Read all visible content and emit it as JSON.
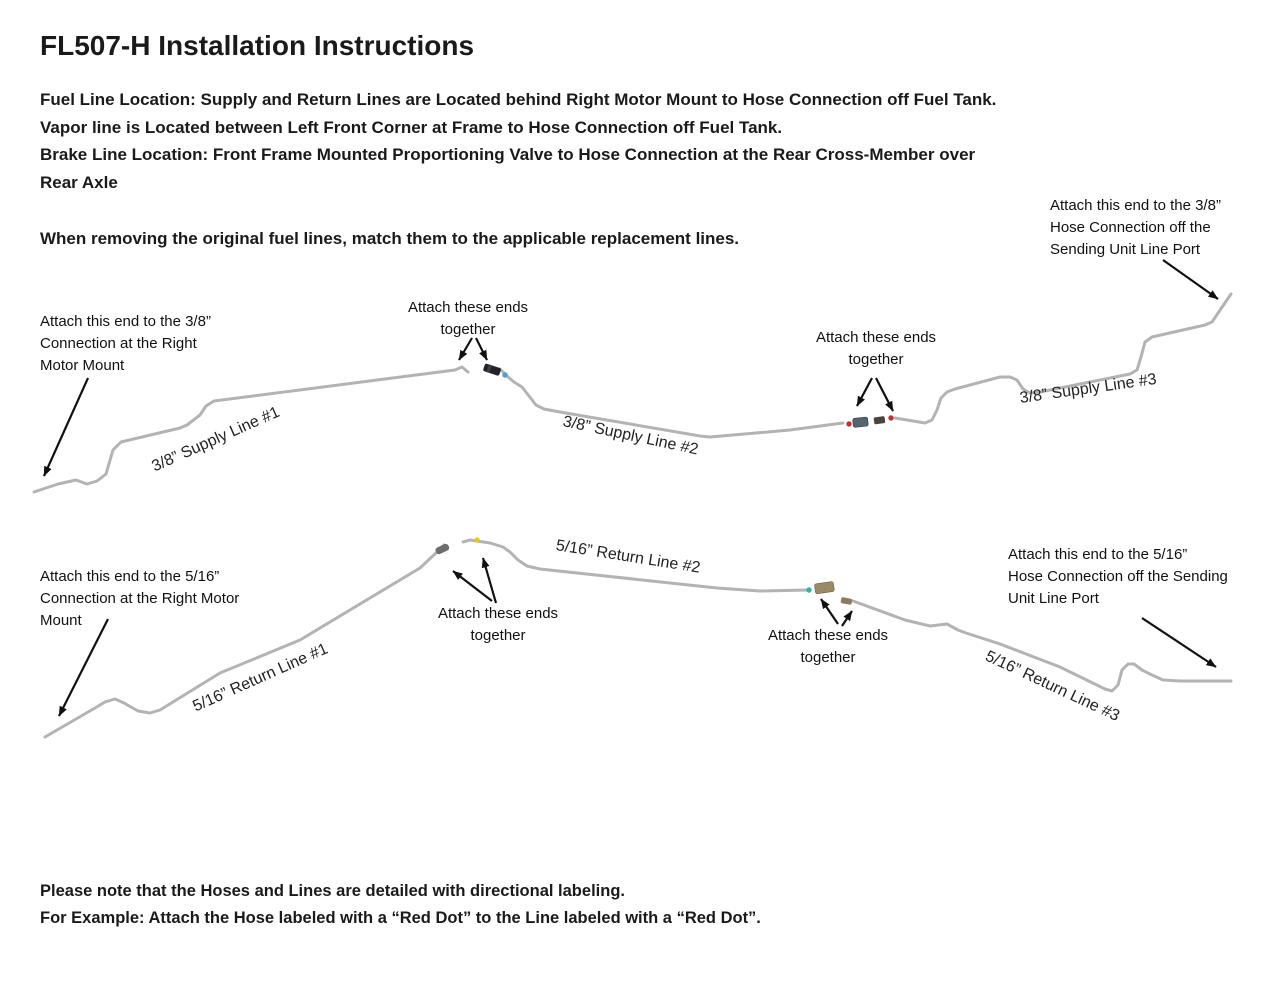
{
  "header": {
    "title": "FL507-H Installation Instructions",
    "location_lines": [
      "Fuel Line Location:  Supply and Return Lines are Located behind Right Motor Mount to Hose Connection off Fuel Tank.",
      "Vapor line is Located between Left Front Corner at Frame to Hose Connection off Fuel Tank.",
      "Brake Line Location: Front Frame Mounted Proportioning Valve to Hose Connection at the Rear Cross-Member over",
      "Rear Axle"
    ],
    "instruction": "When removing the original fuel lines, match them to the applicable replacement lines."
  },
  "supply_diagram": {
    "callouts": {
      "left": {
        "lines": [
          "Attach this end to the 3/8”",
          "Connection at the Right",
          "Motor Mount"
        ]
      },
      "join1": {
        "lines": [
          "Attach these ends",
          "together"
        ]
      },
      "join2": {
        "lines": [
          "Attach these ends",
          "together"
        ]
      },
      "right": {
        "lines": [
          "Attach this end to the 3/8”",
          "Hose Connection off the",
          "Sending Unit Line Port"
        ]
      }
    },
    "line_labels": {
      "line1": "3/8” Supply Line #1",
      "line2": "3/8” Supply Line #2",
      "line3": "3/8” Supply Line #3"
    }
  },
  "return_diagram": {
    "callouts": {
      "left": {
        "lines": [
          "Attach this end to the 5/16”",
          "Connection at the Right Motor",
          "Mount"
        ]
      },
      "join1": {
        "lines": [
          "Attach these ends",
          "together"
        ]
      },
      "join2": {
        "lines": [
          "Attach these ends",
          "together"
        ]
      },
      "right": {
        "lines": [
          "Attach this end to the 5/16”",
          "Hose Connection off the Sending",
          "Unit Line Port"
        ]
      }
    },
    "line_labels": {
      "line1": "5/16” Return Line #1",
      "line2": "5/16” Return Line #2",
      "line3": "5/16” Return Line #3"
    }
  },
  "footer": {
    "lines": [
      "Please note that the Hoses and Lines are detailed with directional labeling.",
      "For Example: Attach the Hose labeled with a “Red Dot” to the Line labeled with a “Red Dot”."
    ]
  },
  "colors": {
    "red_dot": "#c62f2f",
    "blue_dot": "#4d9fd6",
    "yellow_dot": "#e5c71d",
    "teal_dot": "#2fb3a3",
    "tube_gray": "#b3b3b1",
    "arrow_black": "#111111"
  }
}
